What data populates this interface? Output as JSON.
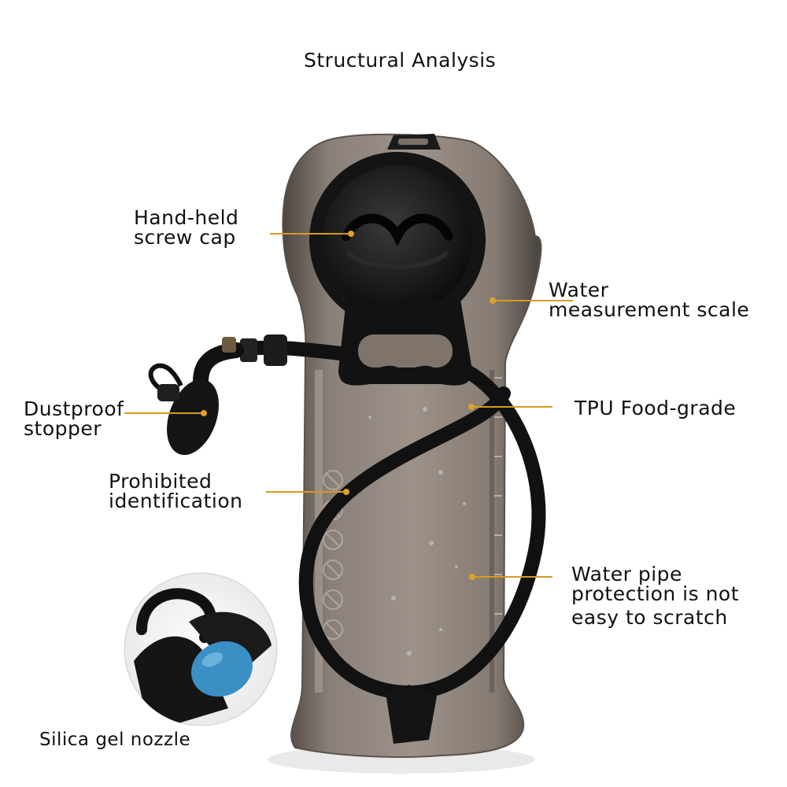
{
  "title": "Structural Analysis",
  "labels": {
    "screw_cap": [
      "Hand-held",
      "screw cap"
    ],
    "scale": [
      "Water",
      "measurement scale"
    ],
    "stopper": [
      "Dustproof",
      "stopper"
    ],
    "tpu": [
      "TPU Food-grade"
    ],
    "prohibited": [
      "Prohibited",
      "identification"
    ],
    "pipe": [
      "Water pipe",
      "protection is not",
      "easy to scratch"
    ]
  },
  "inset_caption": "Silica gel nozzle",
  "colors": {
    "leader": "#d89a22",
    "bladder": "#6f655c",
    "tube": "#111111",
    "nozzle_blue": "#3a8fc5"
  }
}
